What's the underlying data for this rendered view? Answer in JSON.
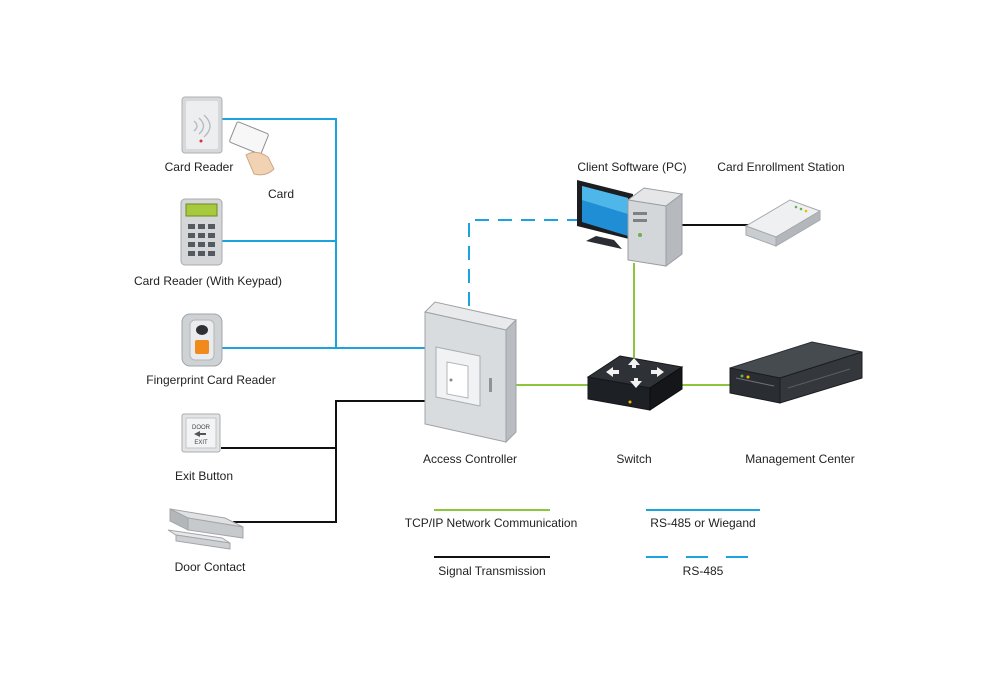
{
  "devices": {
    "card_reader": "Card Reader",
    "card": "Card",
    "card_reader_keypad": "Card Reader (With Keypad)",
    "fingerprint_reader": "Fingerprint Card Reader",
    "exit_button": "Exit Button",
    "door_contact": "Door Contact",
    "access_controller": "Access Controller",
    "client_software": "Client Software (PC)",
    "card_enrollment": "Card Enrollment Station",
    "switch": "Switch",
    "management_center": "Management Center"
  },
  "device_text": {
    "exit_top": "DOOR",
    "exit_bottom": "EXIT"
  },
  "legend": {
    "tcpip": "TCP/IP Network Communication",
    "rs485_wiegand": "RS-485 or Wiegand",
    "signal": "Signal Transmission",
    "rs485": "RS-485"
  },
  "colors": {
    "green": "#8cc63f",
    "blue": "#1aa3dd",
    "black": "#111111"
  }
}
